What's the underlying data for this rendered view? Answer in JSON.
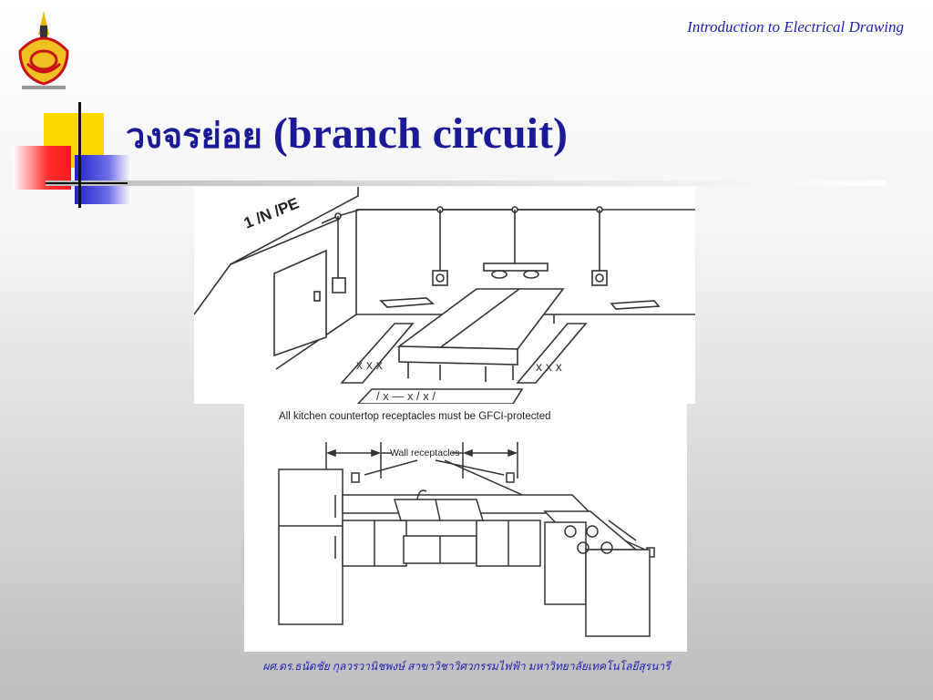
{
  "header": {
    "course_title": "Introduction to Electrical Drawing"
  },
  "logo": {
    "icon": "university-seal-icon"
  },
  "slide": {
    "title_thai": "วงจรย่อย",
    "title_english": "(branch circuit)"
  },
  "figures": {
    "room_diagram": {
      "supply_label": "1 /N /PE"
    },
    "kitchen_diagram": {
      "caption": "All kitchen countertop receptacles must be GFCI-protected",
      "callout": "Wall receptacles"
    }
  },
  "footer": {
    "credit": "ผศ.ดร.ธนัดชัย กุลวรวานิชพงษ์ สาขาวิชาวิศวกรรมไฟฟ้า มหาวิทยาลัยเทคโนโลยีสุรนารี"
  },
  "colors": {
    "title_blue": "#1a1a99",
    "accent_yellow": "#ffd700",
    "accent_red": "#ff2a2a",
    "accent_blue": "#2b2bcc"
  }
}
